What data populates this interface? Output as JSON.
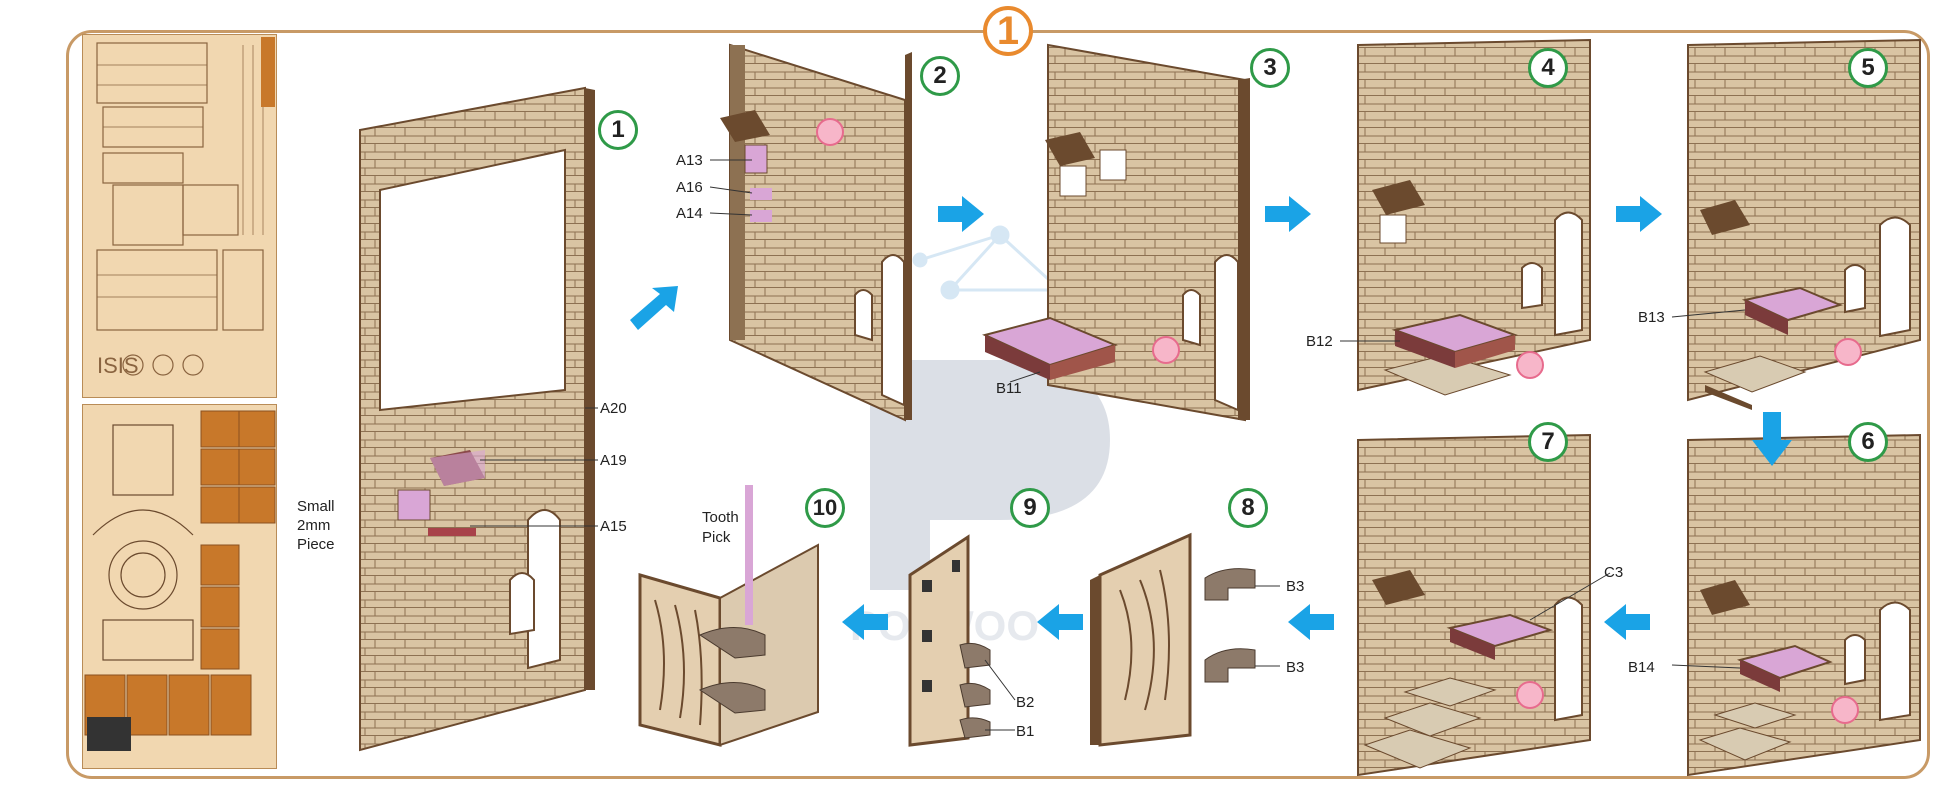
{
  "header": {
    "step_badge": "1"
  },
  "steps": [
    "1",
    "2",
    "3",
    "4",
    "5",
    "6",
    "7",
    "8",
    "9",
    "10"
  ],
  "part_labels": {
    "a20": "A20",
    "a19": "A19",
    "a15": "A15",
    "small_piece": [
      "Small",
      "2mm",
      "Piece"
    ],
    "a13": "A13",
    "a16": "A16",
    "a14": "A14",
    "b11": "B11",
    "b12": "B12",
    "b13": "B13",
    "b14": "B14",
    "c3": "C3",
    "b3_top": "B3",
    "b3_bottom": "B3",
    "b2": "B2",
    "b1": "B1",
    "tooth_pick": [
      "Tooth",
      "Pick"
    ]
  },
  "colors": {
    "wood": "#d9c4a3",
    "wood_dark": "#6b4a2e",
    "brick_line": "#8d7152",
    "pink_part": "#d9a6d6",
    "step_ring": "#2f9a48",
    "arrow_blue": "#1aa3e6",
    "frame_border": "#c89a66",
    "badge_orange": "#e98a2e",
    "sheet_wood": "#f1d7b0",
    "sheet_orange": "#c8782a"
  },
  "watermark": {
    "text": "POLWOO"
  }
}
